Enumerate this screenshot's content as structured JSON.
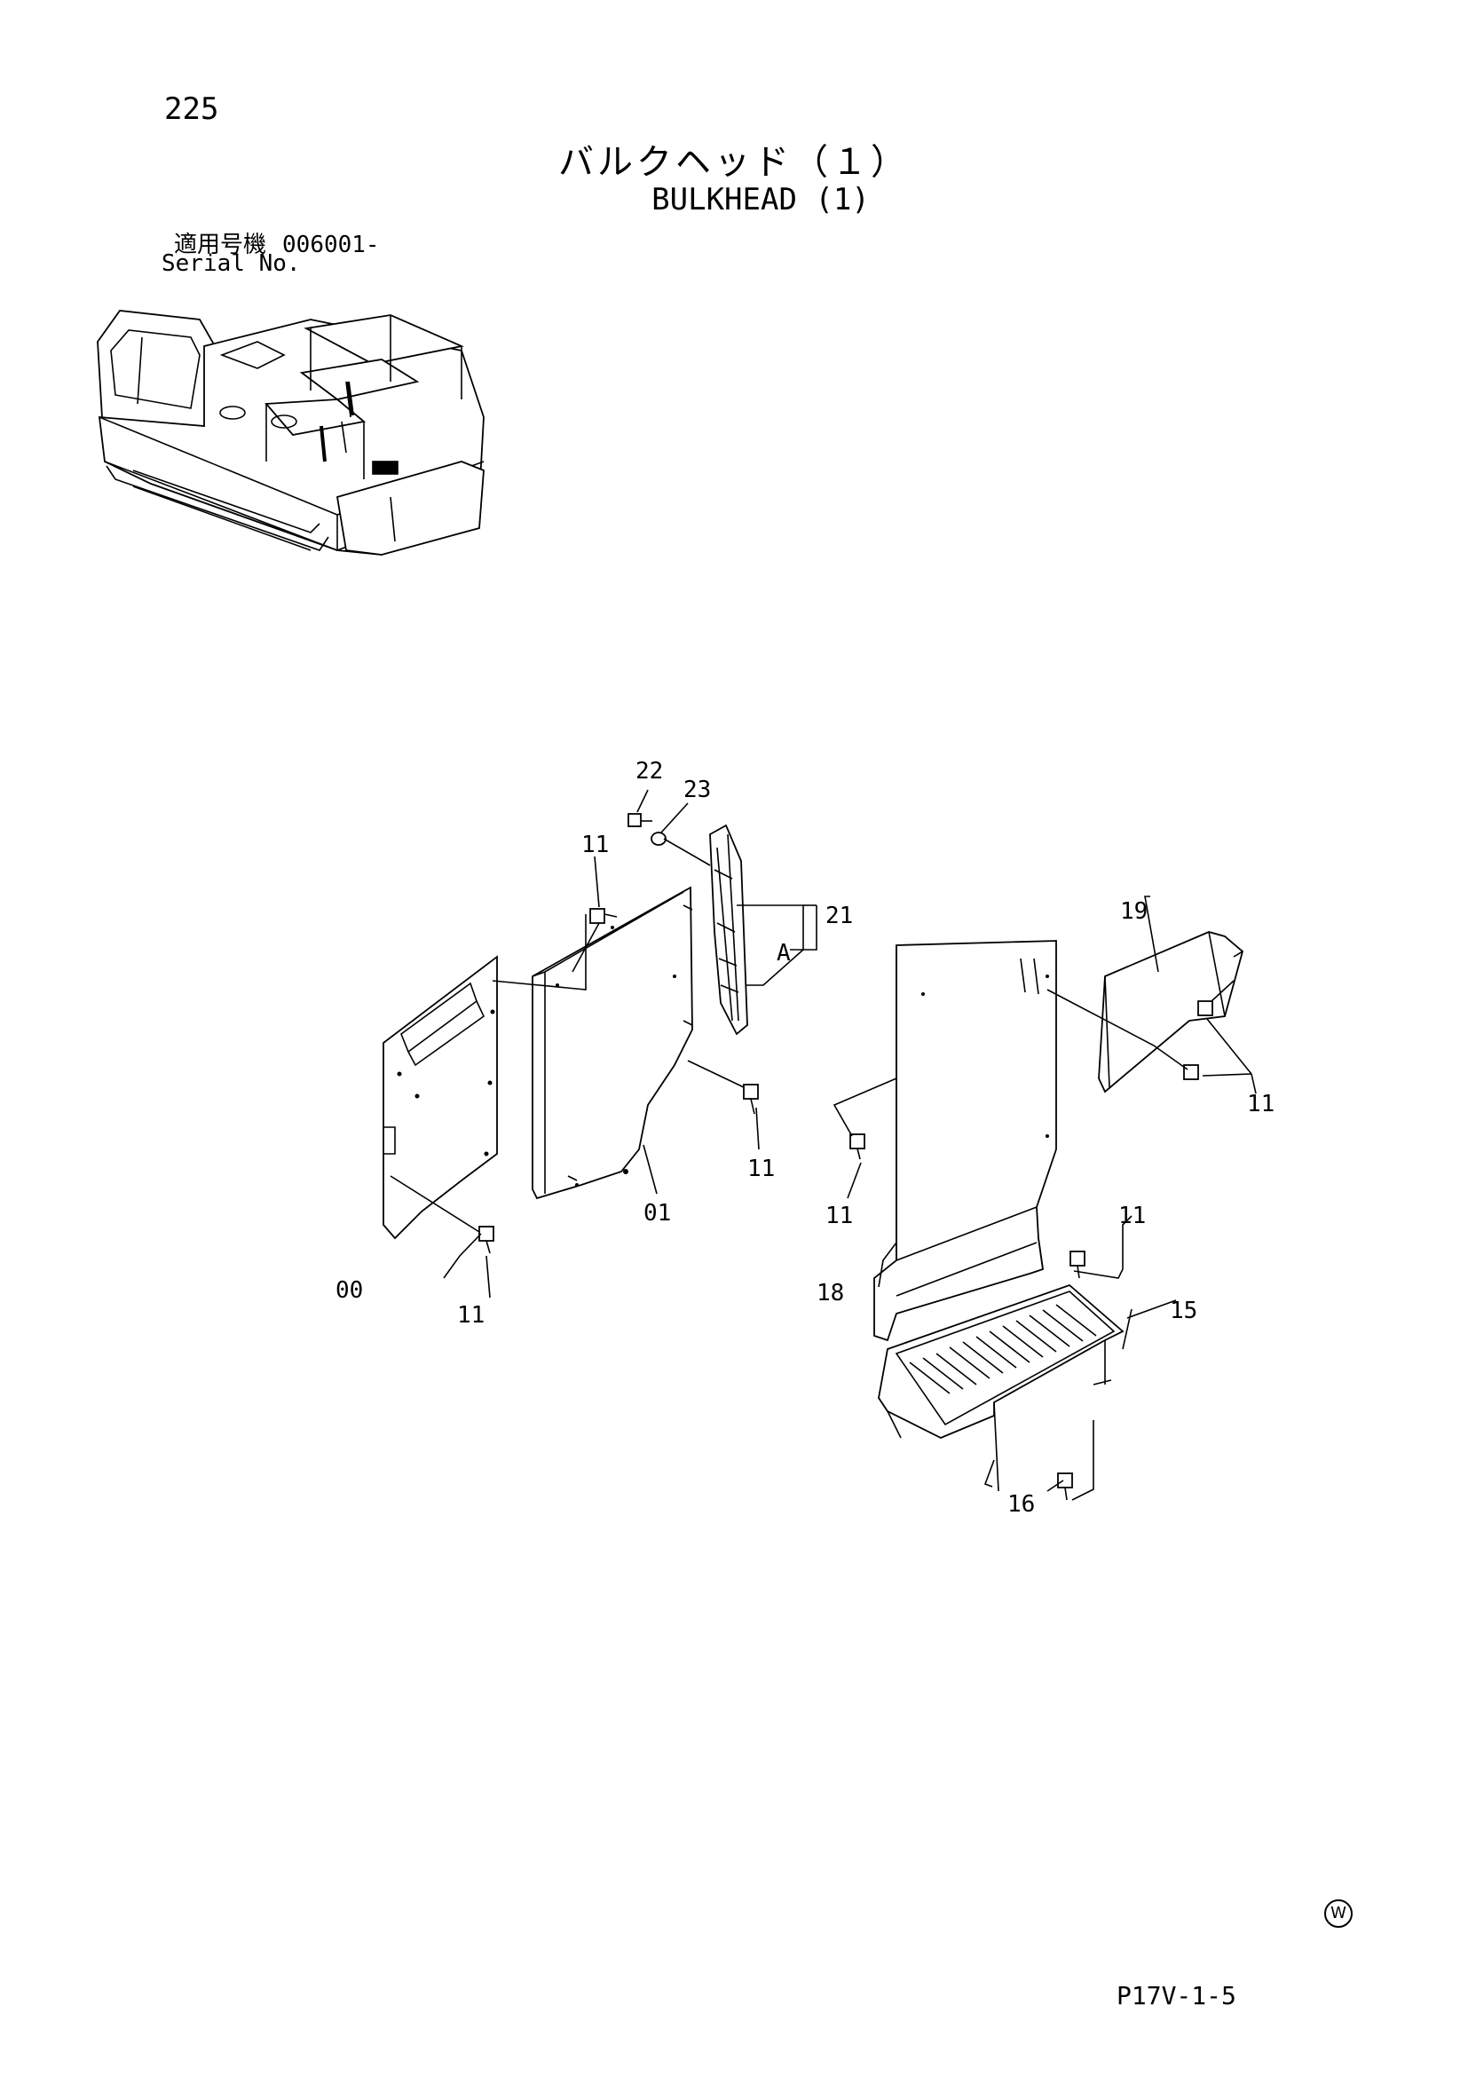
{
  "header": {
    "page_number": "225",
    "title_jp": "バルクヘッド（１）",
    "title_en": "BULKHEAD (1)",
    "serial_label_jp": "適用号機",
    "serial_value": "006001-",
    "serial_label_en": "Serial No."
  },
  "callouts": {
    "c00": "00",
    "c01": "01",
    "c11a": "11",
    "c11b": "11",
    "c11c": "11",
    "c11d": "11",
    "c11e": "11",
    "c11f": "11",
    "c15": "15",
    "c16": "16",
    "c18": "18",
    "c19": "19",
    "c21": "21",
    "c22": "22",
    "c23": "23",
    "cA": "A"
  },
  "footer": {
    "watermark": "W",
    "code": "P17V-1-5"
  }
}
